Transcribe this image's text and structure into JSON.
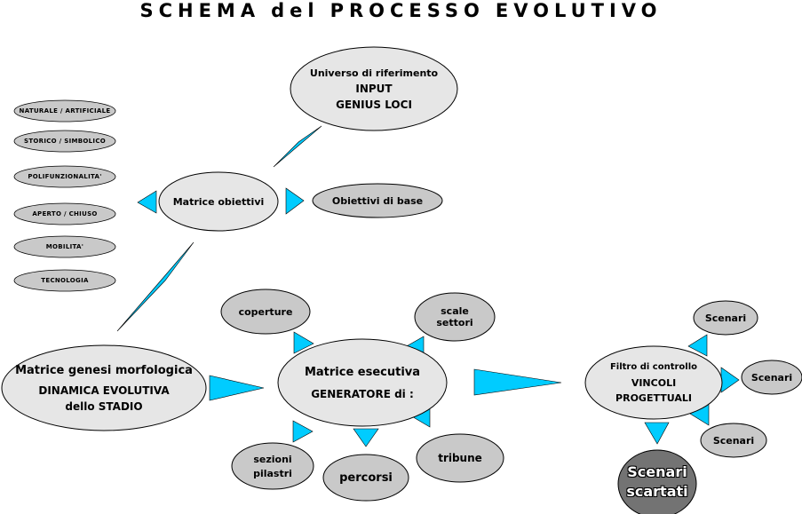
{
  "title": {
    "part1": "SCHEMA",
    "part2": "del",
    "part3": "PROCESSO",
    "part4": "EVOLUTIVO"
  },
  "left_list": [
    "NATURALE / ARTIFICIALE",
    "STORICO / SIMBOLICO",
    "POLIFUNZIONALITA'",
    "APERTO / CHIUSO",
    "MOBILITA'",
    "TECNOLOGIA"
  ],
  "universo": {
    "line1": "Universo di riferimento",
    "line2": "INPUT",
    "line3": "GENIUS LOCI"
  },
  "matrice_obiettivi": "Matrice obiettivi",
  "obiettivi_base": "Obiettivi di base",
  "genesi": {
    "line1": "Matrice genesi morfologica",
    "line2": "DINAMICA  EVOLUTIVA",
    "line3": "dello  STADIO"
  },
  "esecutiva": {
    "line1": "Matrice esecutiva",
    "line2": "GENERATORE di :"
  },
  "generatore_items": {
    "coperture": "coperture",
    "scale1": "scale",
    "scale2": "settori",
    "sezioni1": "sezioni",
    "sezioni2": "pilastri",
    "percorsi": "percorsi",
    "tribune": "tribune"
  },
  "filtro": {
    "line1": "Filtro di controllo",
    "line2": "VINCOLI",
    "line3": "PROGETTUALI"
  },
  "scenari": [
    "Scenari",
    "Scenari",
    "Scenari"
  ],
  "scartati": {
    "line1": "Scenari",
    "line2": "scartati"
  },
  "colors": {
    "oval_light": "#e6e6e6",
    "oval_medium": "#c9c9c9",
    "oval_dark": "#737373",
    "arrow": "#00ccff",
    "outline": "#000000"
  }
}
